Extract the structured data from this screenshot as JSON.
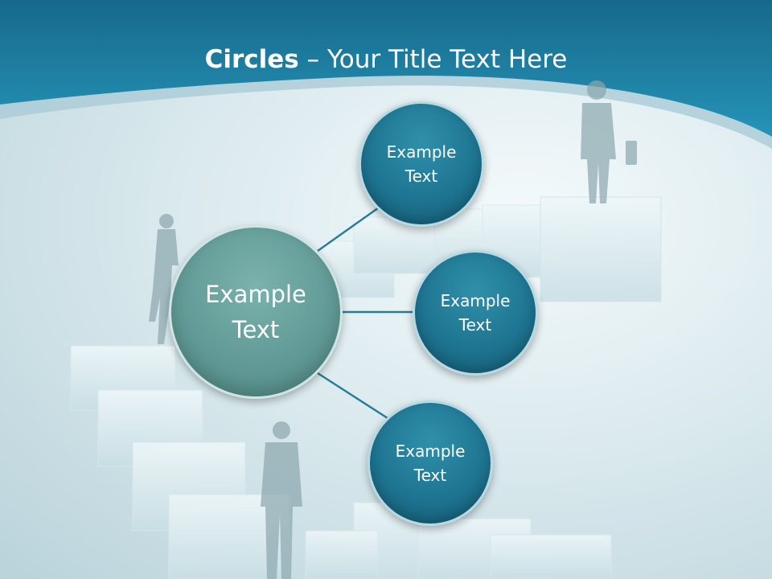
{
  "slide": {
    "title_bold": "Circles",
    "title_rest": " – Your Title Text Here",
    "colors": {
      "header_band": "#1f7a9c",
      "center_circle": "#5f9894",
      "outer_circles": "#1e7592",
      "connector": "#2a7d96"
    }
  },
  "diagram": {
    "center": {
      "label": "Example\nText"
    },
    "nodes": [
      {
        "label": "Example\nText"
      },
      {
        "label": "Example\nText"
      },
      {
        "label": "Example\nText"
      }
    ]
  }
}
